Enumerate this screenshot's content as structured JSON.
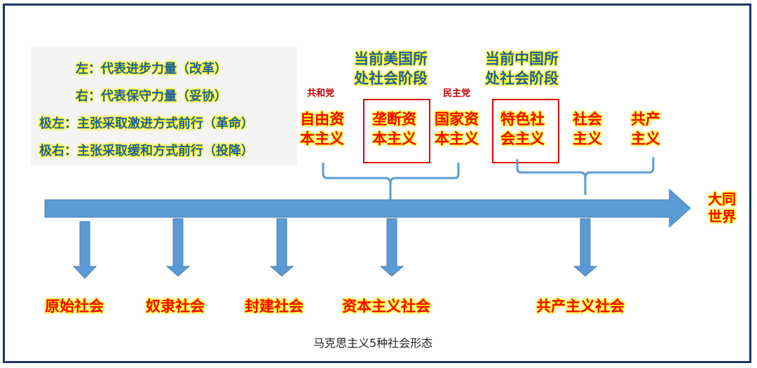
{
  "legend": {
    "lines": [
      "左：代表进步力量（改革）",
      "右：代表保守力量（妥协）",
      "极左：主张采取激进方式前行（革命）",
      "极右：主张采取缓和方式前行（投降）"
    ]
  },
  "headers": {
    "us_stage": [
      "当前美国所",
      "处社会阶段"
    ],
    "china_stage": [
      "当前中国所",
      "处社会阶段"
    ]
  },
  "parties": {
    "republican": "共和党",
    "democratic": "民主党"
  },
  "capitalism_stages": [
    {
      "line1": "自由资",
      "line2": "本主义",
      "highlighted": false
    },
    {
      "line1": "垄断资",
      "line2": "本主义",
      "highlighted": true
    },
    {
      "line1": "国家资",
      "line2": "本主义",
      "highlighted": false
    }
  ],
  "socialism_stages": [
    {
      "line1": "特色社",
      "line2": "会主义",
      "highlighted": true
    },
    {
      "line1": "社会",
      "line2": "主义",
      "highlighted": false
    },
    {
      "line1": "共产",
      "line2": "主义",
      "highlighted": false
    }
  ],
  "timeline_end": [
    "大同",
    "世界"
  ],
  "societies": [
    "原始社会",
    "奴隶社会",
    "封建社会",
    "资本主义社会",
    "共产主义社会"
  ],
  "caption": "马克思主义5种社会形态",
  "colors": {
    "arrow": "#5b9bd5",
    "arrow_border": "#4a7fb5",
    "label_red": "#ff0000",
    "label_blue": "#1f5fa5",
    "glow": "#ffff00",
    "highlight_box": "#e00000",
    "frame": "#1f3564"
  }
}
